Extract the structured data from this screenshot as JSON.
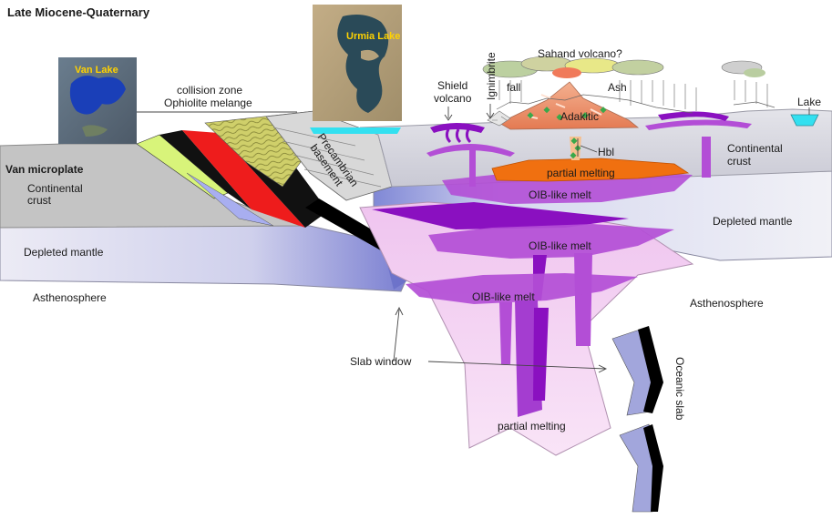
{
  "title": "Late Miocene-Quaternary",
  "photos": {
    "van_lake": "Van Lake",
    "urmia_lake": "Urmia Lake"
  },
  "labels": {
    "collision_zone": "collision zone",
    "ophiolite_melange": "Ophiolite melange",
    "precambrian_1": "Precambrian",
    "precambrian_2": "basement",
    "van_microplate": "Van microplate",
    "continental_crust_left_1": "Continental",
    "continental_crust_left_2": "crust",
    "depleted_mantle_left": "Depleted mantle",
    "asthenosphere_left": "Asthenosphere",
    "shield_volcano_1": "Shield",
    "shield_volcano_2": "volcano",
    "ignimbrite": "Ignimbrite",
    "sahand_volcano": "Sahand volcano?",
    "fall": "fall",
    "ash": "Ash",
    "adakitic": "Adakitic",
    "hbl": "Hbl",
    "lake": "Lake",
    "continental_crust_right_1": "Continental",
    "continental_crust_right_2": "crust",
    "partial_melting_upper": "partial melting",
    "oib_melt_1": "OIB-like melt",
    "oib_melt_2": "OIB-like melt",
    "oib_melt_3": "OIB-like melt",
    "depleted_mantle_right": "Depleted mantle",
    "asthenosphere_right": "Asthenosphere",
    "slab_window": "Slab window",
    "oceanic_slab": "Oceanic slab",
    "partial_melting_lower": "partial melting"
  },
  "colors": {
    "melt_purple": "#a040c8",
    "melt_dark": "#8a10c0",
    "partial_melting": "#f07010",
    "adakitic": "#e89070",
    "lake": "#33e0f0",
    "slab_black": "#000000",
    "crust_gray": "#c0c0c0"
  }
}
